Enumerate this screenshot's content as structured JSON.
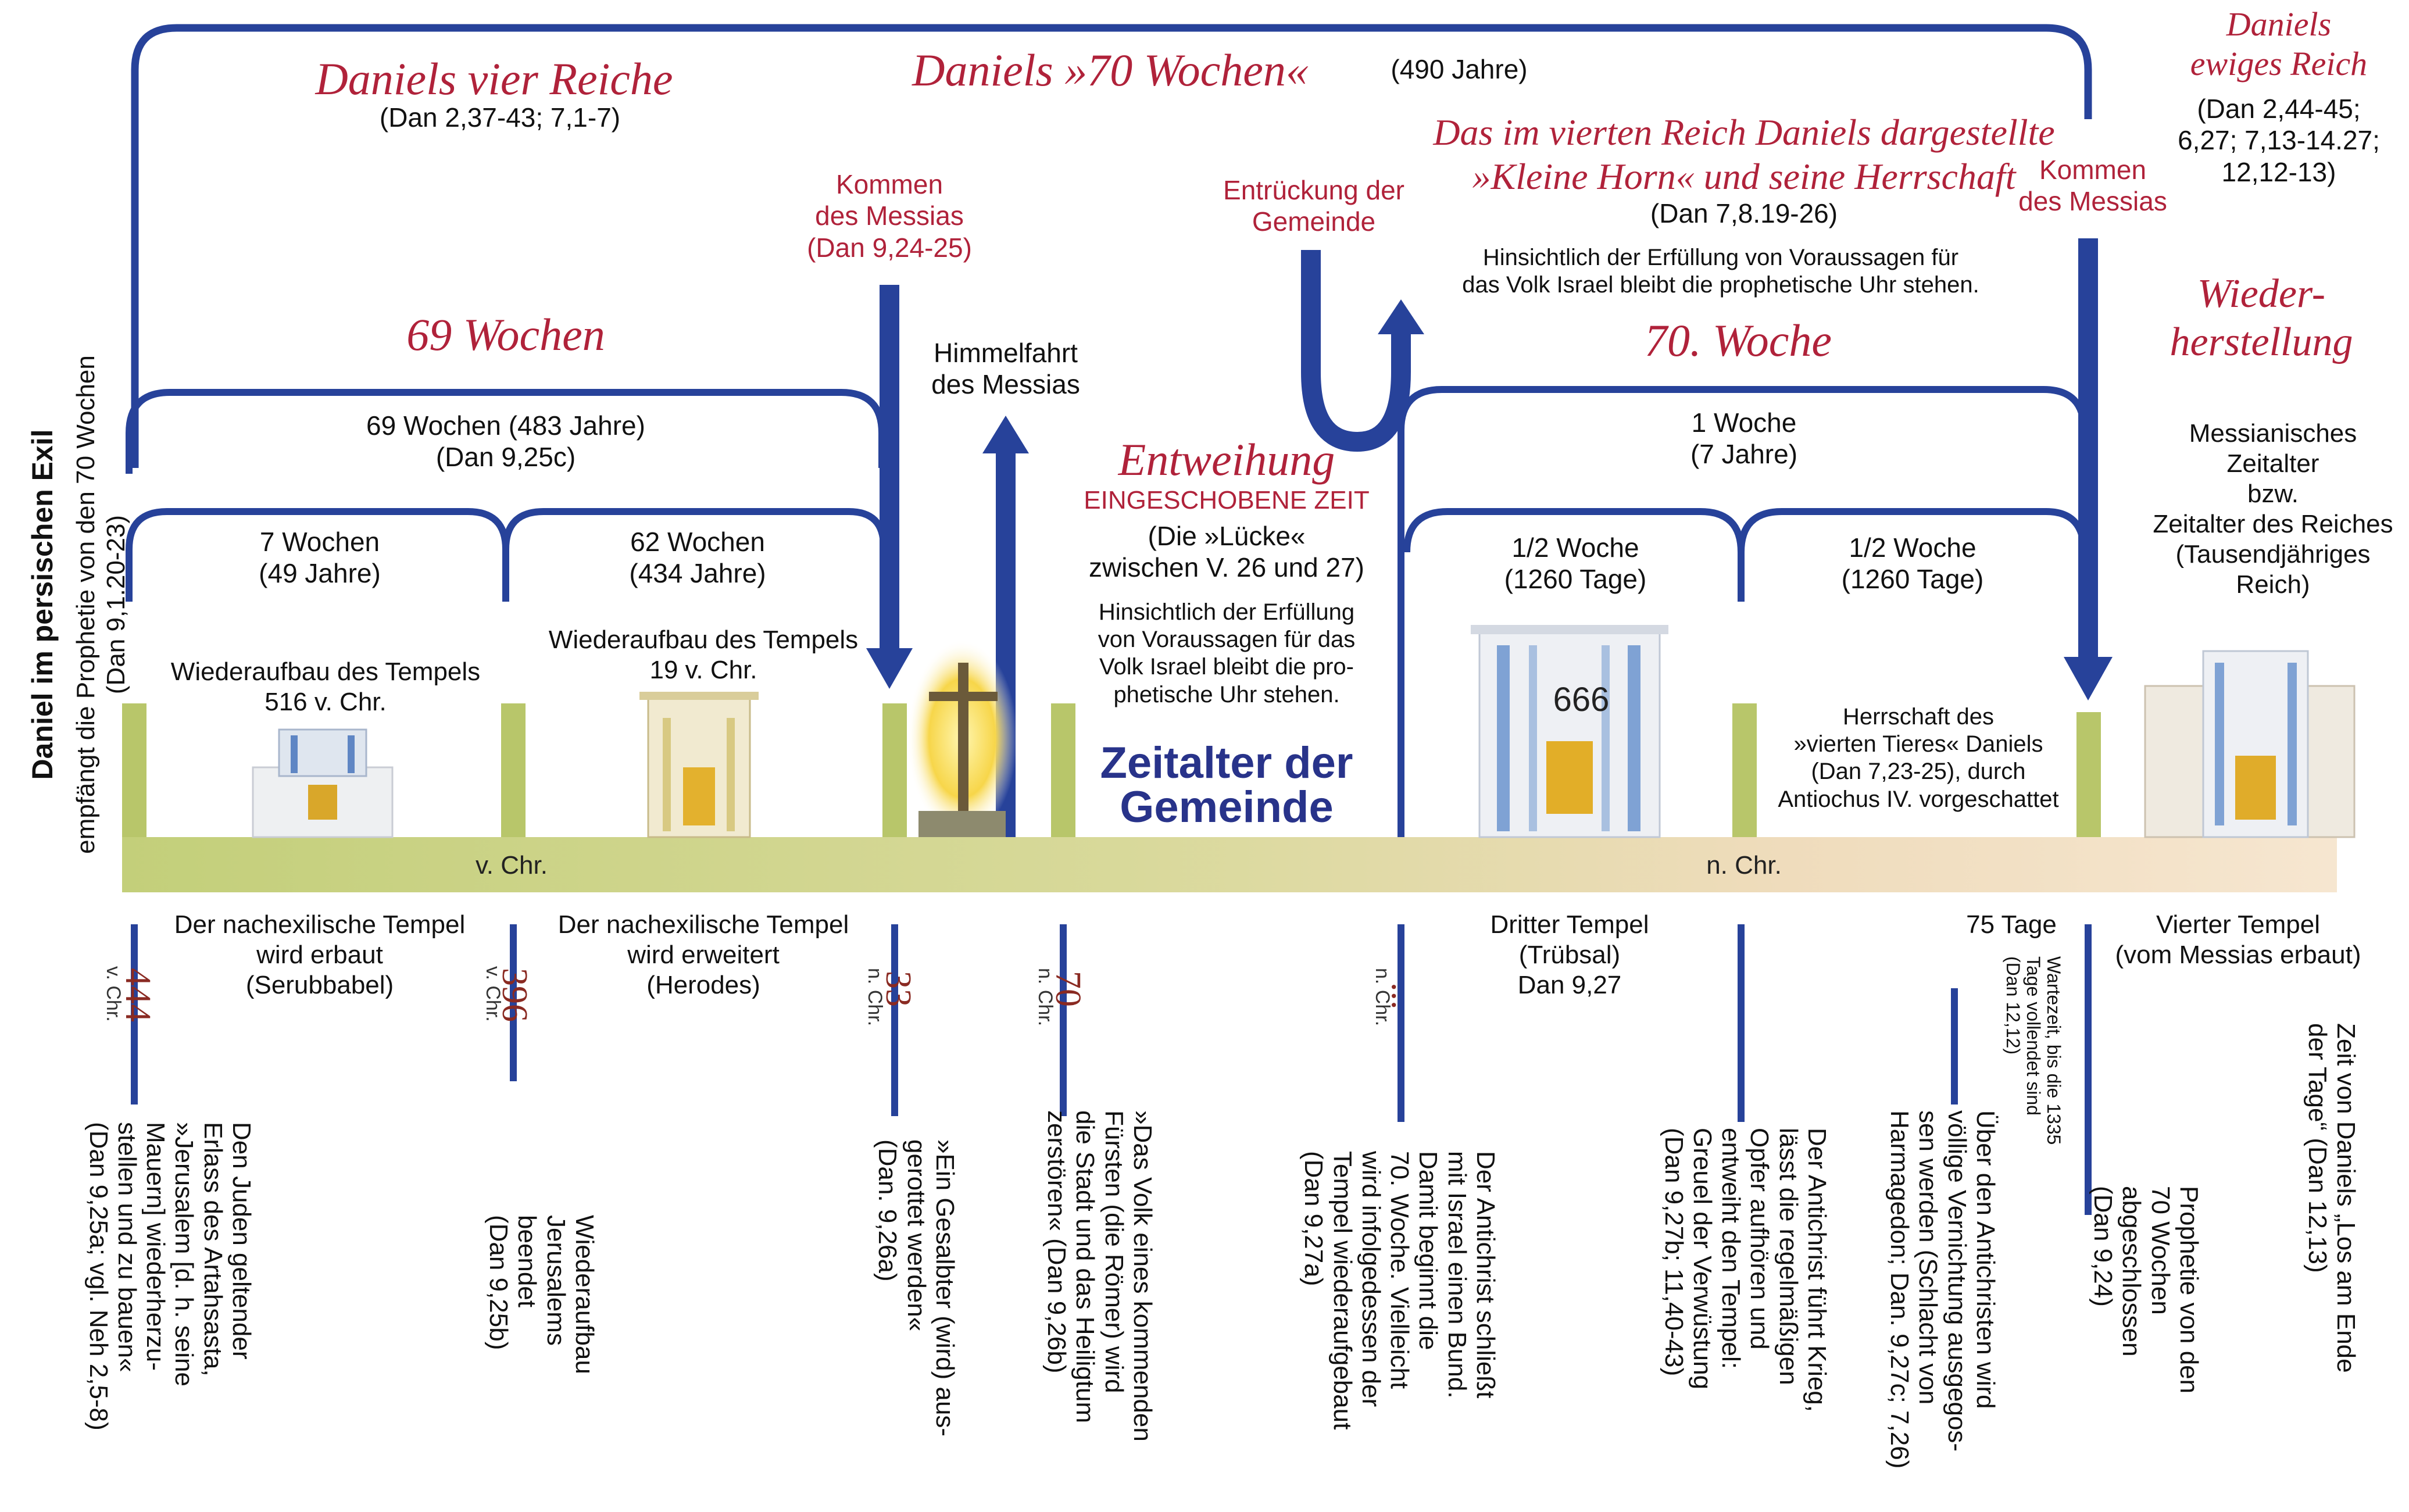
{
  "top": {
    "daniels_70_wochen": "Daniels »70 Wochen«",
    "years_490": "(490 Jahre)",
    "vier_reiche": "Daniels vier Reiche",
    "vier_reiche_ref": "(Dan 2,37-43; 7,1-7)",
    "ewiges_reich": "Daniels\newiges Reich",
    "ewiges_reich_ref": "(Dan 2,44-45;\n6,27; 7,13-14.27;\n12,12-13)",
    "kleine_horn": "Das im vierten Reich Daniels dargestellte\n»Kleine Horn« und seine Herrschaft",
    "kleine_horn_ref": "(Dan 7,8.19-26)",
    "uhr_note": "Hinsichtlich der Erfüllung von Voraussagen für\ndas Volk Israel bleibt die prophetische Uhr stehen."
  },
  "events": {
    "kommen_messias_1": "Kommen\ndes Messias\n(Dan 9,24-25)",
    "kommen_messias_2": "Kommen\ndes Messias",
    "himmelfahrt": "Himmelfahrt\ndes Messias",
    "entrueckung": "Entrückung der\nGemeinde",
    "wiederherstellung": "Wieder-\nherstellung"
  },
  "periods": {
    "w69_title": "69 Wochen",
    "w69_sub": "69 Wochen (483 Jahre)\n(Dan 9,25c)",
    "w7": "7 Wochen\n(49 Jahre)",
    "w62": "62 Wochen\n(434 Jahre)",
    "w70_title": "70. Woche",
    "w70_sub": "1 Woche\n(7 Jahre)",
    "half1": "1/2 Woche\n(1260 Tage)",
    "half2": "1/2 Woche\n(1260 Tage)"
  },
  "middle": {
    "entweihung": "Entweihung",
    "eingeschobene": "EINGESCHOBENE ZEIT",
    "luecke": "(Die »Lücke«\nzwischen V. 26 und 27)",
    "uhr_note": "Hinsichtlich der Erfüllung\nvon Voraussagen für das\nVolk Israel bleibt die pro-\nphetische Uhr stehen.",
    "zeitalter": "Zeitalter der\nGemeinde"
  },
  "temples": {
    "wiederaufbau_516": "Wiederaufbau des Tempels\n516 v. Chr.",
    "wiederaufbau_19": "Wiederaufbau des Tempels\n19 v. Chr.",
    "number_666": "666",
    "herrschaft": "Herrschaft des\n»vierten Tieres« Daniels\n(Dan 7,23-25), durch\nAntiochus IV. vorgeschattet",
    "messianisch": "Messianisches\nZeitalter\nbzw.\nZeitalter des Reiches\n(Tausendjähriges\nReich)"
  },
  "timeline": {
    "v_chr": "v. Chr.",
    "n_chr": "n. Chr."
  },
  "below": {
    "tempel_serubbabel": "Der nachexilische Tempel\nwird erbaut\n(Serubbabel)",
    "tempel_herodes": "Der nachexilische Tempel\nwird erweitert\n(Herodes)",
    "dritter_tempel": "Dritter Tempel\n(Trübsal)\nDan 9,27",
    "tage_75": "75 Tage",
    "vierter_tempel": "Vierter Tempel\n(vom Messias erbaut)"
  },
  "left_vertical": {
    "title": "Daniel im persischen Exil",
    "text": "empfängt die Prophetie von den 70 Wochen\n(Dan 9,1.20-23)"
  },
  "years": {
    "y444": "444",
    "y444_era": "v. Chr.",
    "y396": "396",
    "y396_era": "v. Chr.",
    "y33": "33",
    "y33_era": "n. Chr.",
    "y70": "70",
    "y70_era": "n. Chr.",
    "ydots": "...",
    "ydots_era": "n. Chr."
  },
  "descriptions": {
    "d444": "Den Juden geltender\nErlass des Artahsasta,\n»Jerusalem [d. h. seine\nMauern] wiederherzu-\nstellen und zu bauen«\n(Dan 9,25a; vgl. Neh 2,5-8)",
    "d396": "Wiederaufbau\nJerusalems\nbeendet\n(Dan 9,25b)",
    "d33": "»Ein Gesalbter (wird) aus-\ngerottet werden«\n(Dan. 9,26a)",
    "d70": "»Das Volk eines kommenden\nFürsten (die Römer) wird\ndie Stadt und das Heiligtum\nzerstören« (Dan 9,26b)",
    "dgem": "Der Antichrist schließt\nmit Israel einen Bund.\nDamit beginnt die\n70. Woche. Vielleicht\nwird infolgedessen der\nTempel wiederaufgebaut\n(Dan 9,27a)",
    "dmid": "Der Antichrist führt Krieg,\nlässt die regelmäßigen\nOpfer aufhören und\nentweiht den Tempel:\nGreuel der Verwüstung\n(Dan 9,27b; 11,40-43)",
    "dvern": "Über den Antichristen wird\nvöllige Vernichtung ausgegos-\nsen werden (Schlacht von\nHarmagedon; Dan. 9,27c; 7,26)",
    "dwarte": "Wartezeit, bis die 1335\nTage vollendet sind\n(Dan 12,12)",
    "dabg": "Prophetie von den\n70 Wochen\nabgeschlossen\n(Dan 9,24)",
    "dende": "Zeit von Daniels „Los am Ende\nder Tage“ (Dan 12,13)"
  },
  "colors": {
    "blue": "#27429a",
    "red": "#b0223a",
    "post": "#b8c66a",
    "strip_left": "#c3cf7a",
    "strip_right": "#f2dcc0"
  }
}
